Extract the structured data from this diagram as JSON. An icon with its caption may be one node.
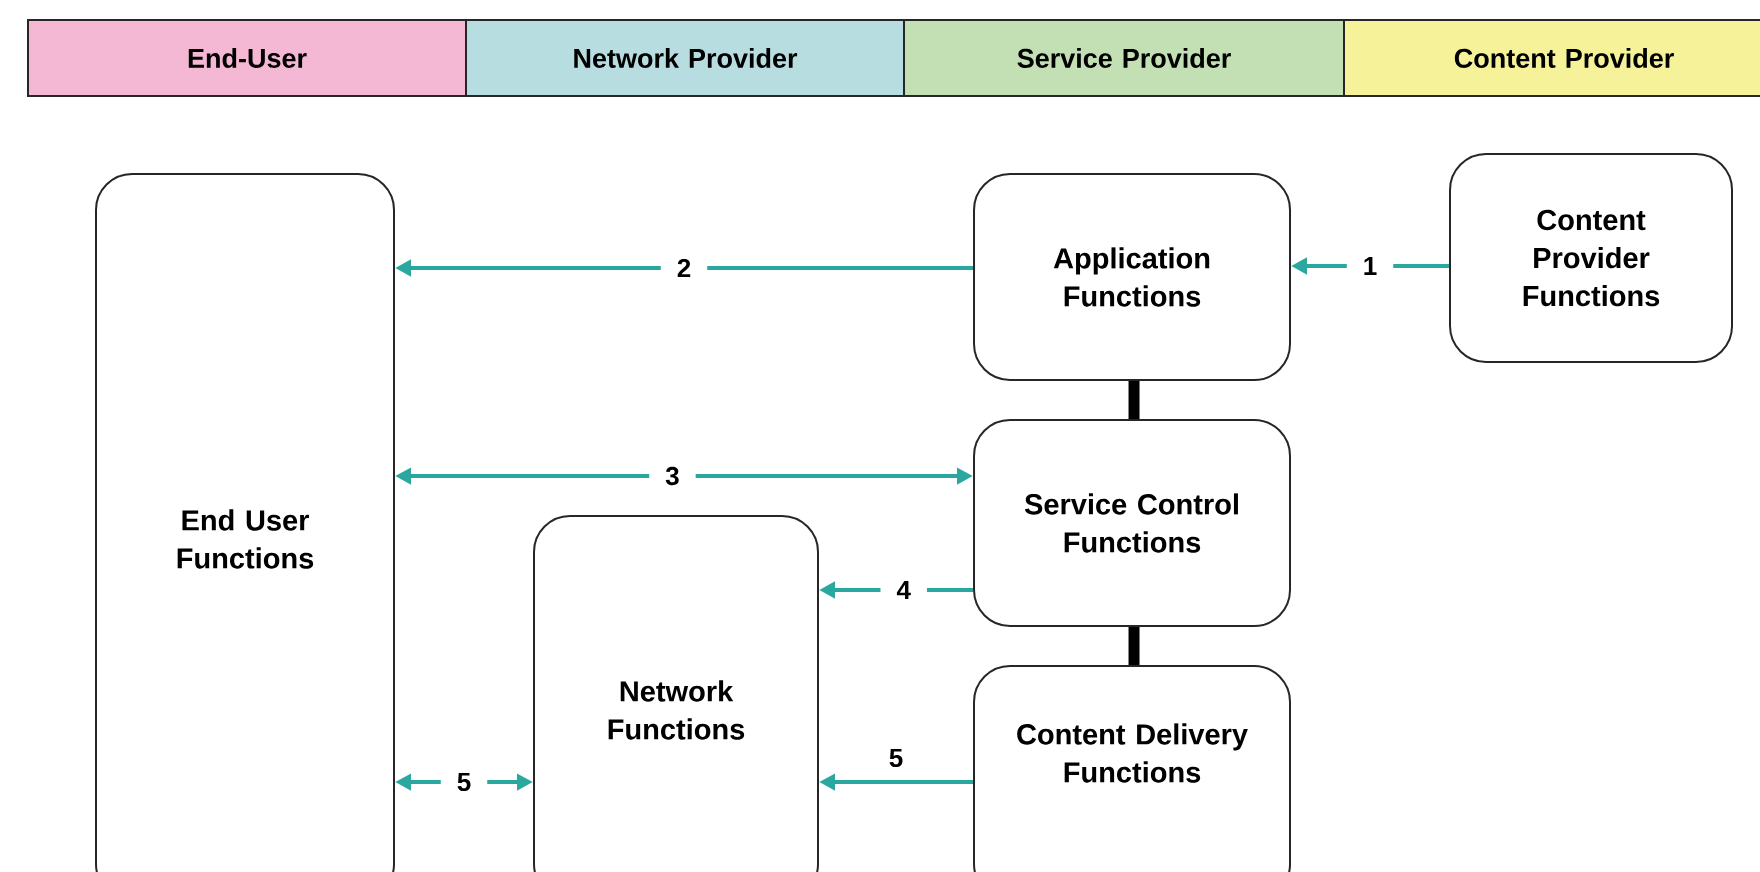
{
  "diagram": {
    "nodes": [
      {
        "text": [
          "End-User"
        ]
      },
      {
        "text": [
          "Network Provider"
        ]
      },
      {
        "text": [
          "Service Provider"
        ]
      },
      {
        "text": [
          "Content Provider"
        ]
      },
      {
        "text": [
          "End User Functions"
        ]
      },
      {
        "text": [
          "Application Functions"
        ]
      },
      {
        "text": [
          "Content Provider Functions"
        ]
      },
      {
        "text": [
          "Service Control Functions"
        ]
      },
      {
        "text": [
          "Network Functions"
        ]
      },
      {
        "text": [
          "Content Delivery Functions"
        ]
      }
    ],
    "edges": [
      {
        "from": 6,
        "to": 5,
        "arrow": "to",
        "label": "1"
      },
      {
        "from": 5,
        "to": 4,
        "arrow": "to",
        "label": "2"
      },
      {
        "from": 4,
        "to": 7,
        "arrow": "both",
        "label": "3"
      },
      {
        "from": 7,
        "to": 8,
        "arrow": "to",
        "label": "4"
      },
      {
        "from": 9,
        "to": 8,
        "arrow": "to",
        "label": "5"
      },
      {
        "from": 4,
        "to": 8,
        "arrow": "both",
        "label": "5"
      },
      {
        "from": 5,
        "to": 7,
        "arrow": "none",
        "style": "thick",
        "color": "#000000"
      },
      {
        "from": 7,
        "to": 9,
        "arrow": "none",
        "style": "thick",
        "color": "#000000"
      }
    ]
  }
}
